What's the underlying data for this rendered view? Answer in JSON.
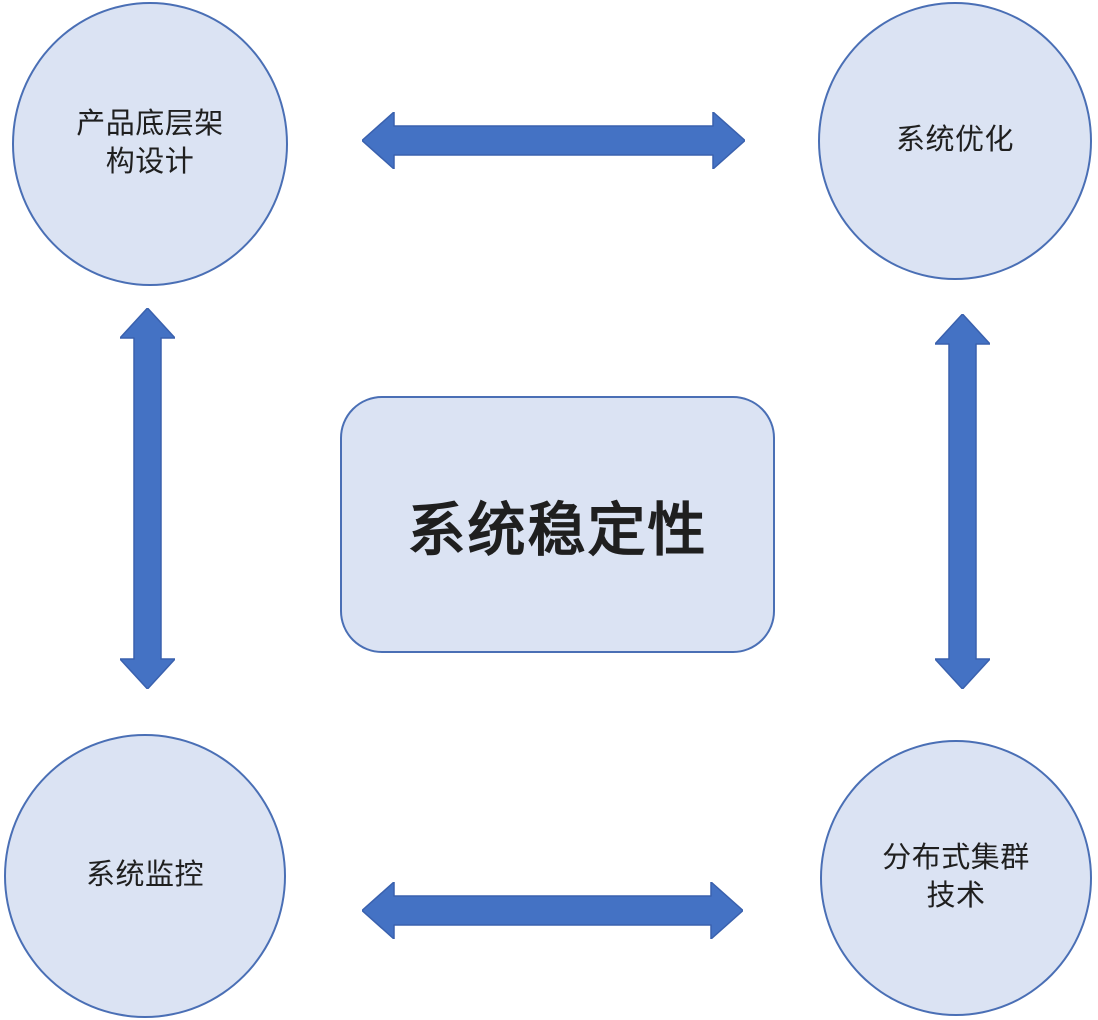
{
  "diagram": {
    "center": {
      "label": "系统稳定性"
    },
    "nodes": [
      {
        "id": "product-architecture",
        "label": "产品底层架构设计",
        "position": "top-left"
      },
      {
        "id": "system-optimization",
        "label": "系统优化",
        "position": "top-right"
      },
      {
        "id": "system-monitoring",
        "label": "系统监控",
        "position": "bottom-left"
      },
      {
        "id": "distributed-cluster",
        "label": "分布式集群技术",
        "position": "bottom-right"
      }
    ],
    "connections": [
      {
        "from": "产品底层架构设计",
        "to": "系统优化",
        "type": "double-arrow",
        "orientation": "horizontal"
      },
      {
        "from": "产品底层架构设计",
        "to": "系统监控",
        "type": "double-arrow",
        "orientation": "vertical"
      },
      {
        "from": "系统优化",
        "to": "分布式集群技术",
        "type": "double-arrow",
        "orientation": "vertical"
      },
      {
        "from": "系统监控",
        "to": "分布式集群技术",
        "type": "double-arrow",
        "orientation": "horizontal"
      }
    ]
  },
  "colors": {
    "background": "#ffffff",
    "node_fill": "#dbe3f3",
    "node_stroke": "#4a6fb5",
    "arrow_fill": "#4472c4",
    "arrow_stroke": "#3a61ae",
    "text": "#1f1f1f"
  }
}
